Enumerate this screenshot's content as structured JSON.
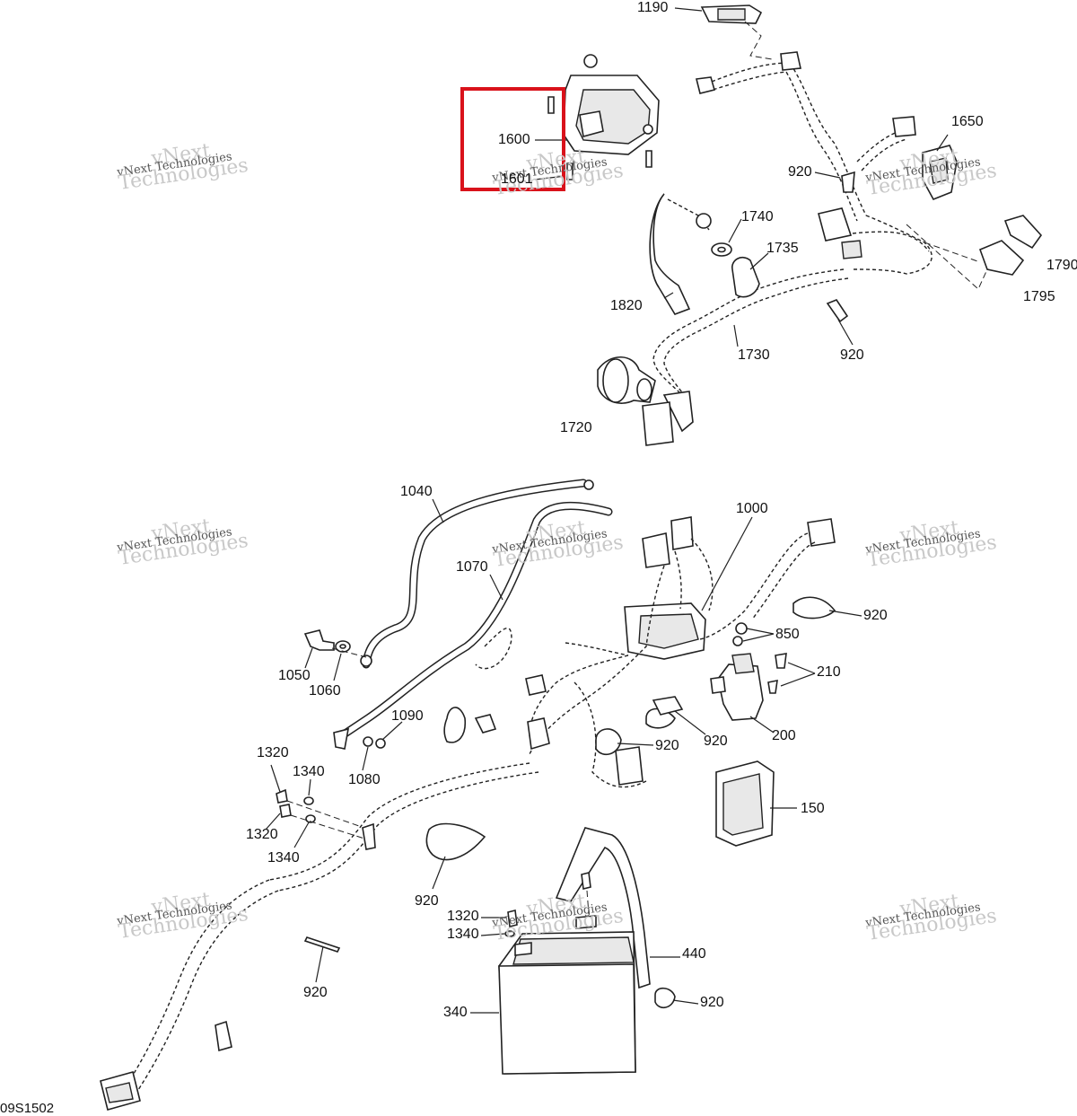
{
  "diagram_code": "09S1502",
  "highlight_color": "#d9121b",
  "watermark": {
    "company": "vNext",
    "line1": "vNext Technologies",
    "line2": "Technologies"
  },
  "callouts": {
    "c1190": "1190",
    "c1600": "1600",
    "c1601": "1601",
    "c1650": "1650",
    "c920_a": "920",
    "c1740": "1740",
    "c1735": "1735",
    "c1790": "1790",
    "c1795": "1795",
    "c1820": "1820",
    "c1730": "1730",
    "c920_b": "920",
    "c1720": "1720",
    "c1040": "1040",
    "c1000": "1000",
    "c1070": "1070",
    "c920_c": "920",
    "c850": "850",
    "c1050": "1050",
    "c1060": "1060",
    "c210": "210",
    "c1090": "1090",
    "c920_d": "920",
    "c920_e": "920",
    "c200": "200",
    "c1080": "1080",
    "c1320_a": "1320",
    "c1340_a": "1340",
    "c1320_b": "1320",
    "c1340_b": "1340",
    "c150": "150",
    "c920_f": "920",
    "c1320_c": "1320",
    "c1340_c": "1340",
    "c440": "440",
    "c920_g": "920",
    "c340": "340",
    "c920_h": "920"
  }
}
